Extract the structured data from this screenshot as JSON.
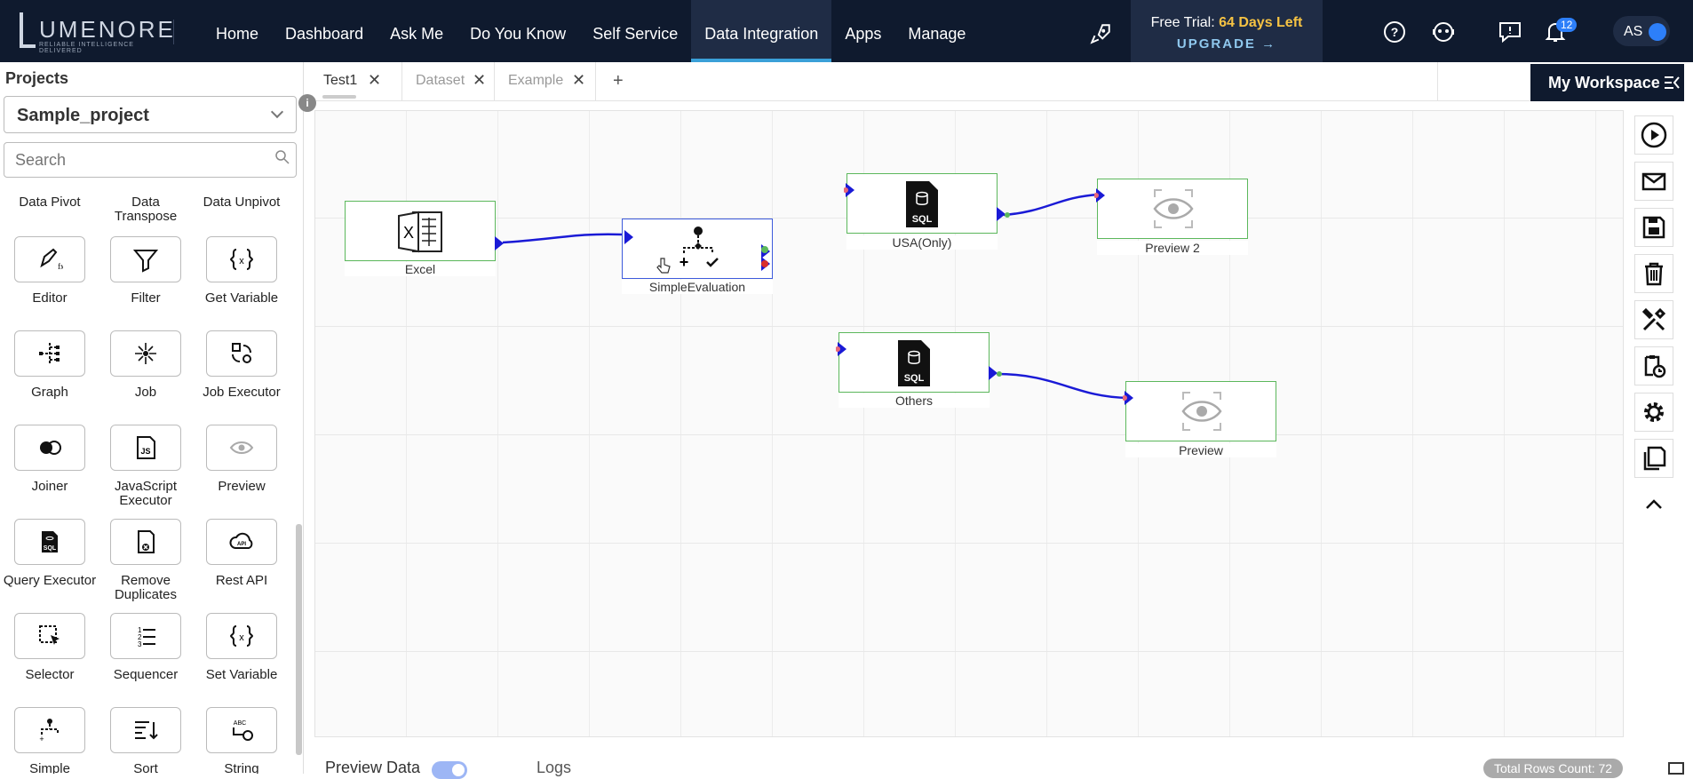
{
  "header": {
    "logo_text": "UMENORE",
    "logo_tagline": "RELIABLE INTELLIGENCE DELIVERED",
    "nav": [
      "Home",
      "Dashboard",
      "Ask Me",
      "Do You Know",
      "Self Service",
      "Data Integration",
      "Apps",
      "Manage"
    ],
    "active_nav": "Data Integration",
    "trial_prefix": "Free Trial:",
    "trial_days": "64 Days Left",
    "upgrade": "UPGRADE →",
    "notification_count": "12",
    "user_initials": "AS"
  },
  "sidebar": {
    "title": "Projects",
    "project": "Sample_project",
    "search_placeholder": "Search",
    "top_labels": [
      "Data Pivot",
      "Data Transpose",
      "Data Unpivot"
    ],
    "tools": [
      {
        "label": "Editor",
        "icon": "editor-icon"
      },
      {
        "label": "Filter",
        "icon": "filter-icon"
      },
      {
        "label": "Get Variable",
        "icon": "variable-icon"
      },
      {
        "label": "Graph",
        "icon": "graph-icon"
      },
      {
        "label": "Job",
        "icon": "job-icon"
      },
      {
        "label": "Job Executor",
        "icon": "job-executor-icon"
      },
      {
        "label": "Joiner",
        "icon": "joiner-icon"
      },
      {
        "label": "JavaScript Executor",
        "icon": "javascript-icon"
      },
      {
        "label": "Preview",
        "icon": "preview-icon"
      },
      {
        "label": "Query Executor",
        "icon": "sql-icon"
      },
      {
        "label": "Remove Duplicates",
        "icon": "remove-duplicates-icon"
      },
      {
        "label": "Rest API",
        "icon": "api-icon"
      },
      {
        "label": "Selector",
        "icon": "selector-icon"
      },
      {
        "label": "Sequencer",
        "icon": "sequencer-icon"
      },
      {
        "label": "Set Variable",
        "icon": "variable-icon"
      },
      {
        "label": "Simple",
        "icon": "simple-icon"
      },
      {
        "label": "Sort",
        "icon": "sort-icon"
      },
      {
        "label": "String",
        "icon": "string-icon"
      }
    ]
  },
  "tabs": [
    {
      "label": "Test1",
      "active": true
    },
    {
      "label": "Dataset",
      "active": false
    },
    {
      "label": "Example",
      "active": false
    }
  ],
  "add_tab": "+",
  "workspace_button": "My Workspace",
  "nodes": [
    {
      "label": "Excel",
      "icon": "excel-icon"
    },
    {
      "label": "SimpleEvaluation",
      "icon": "evaluation-icon"
    },
    {
      "label": "USA(Only)",
      "icon": "sql-icon"
    },
    {
      "label": "Preview 2",
      "icon": "eye-icon"
    },
    {
      "label": "Others",
      "icon": "sql-icon"
    },
    {
      "label": "Preview",
      "icon": "eye-icon"
    }
  ],
  "right_tools": [
    "run-icon",
    "mail-icon",
    "save-icon",
    "delete-icon",
    "tools-icon",
    "schedule-icon",
    "settings-icon",
    "copy-icon",
    "collapse-icon"
  ],
  "bottom": {
    "preview_data": "Preview Data",
    "logs": "Logs",
    "rows": "Total Rows Count: 72"
  }
}
